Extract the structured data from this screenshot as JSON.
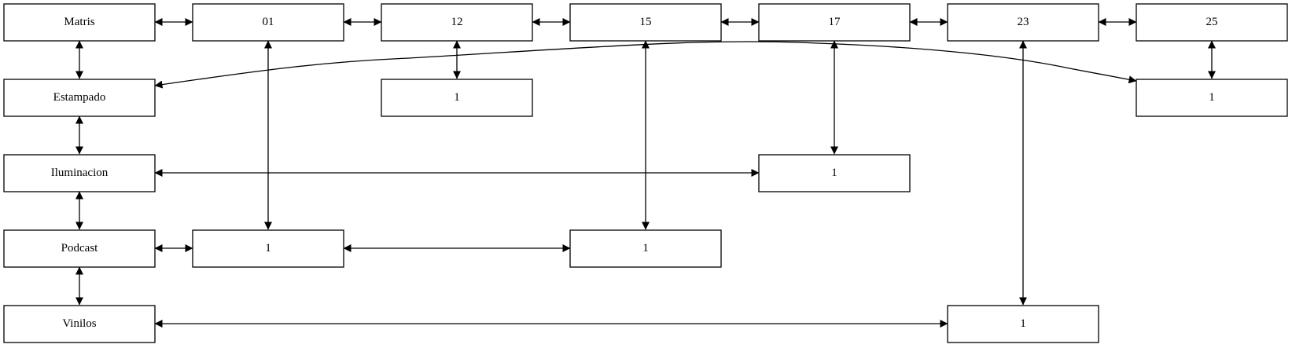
{
  "diagram": {
    "nodes": {
      "matris": "Matris",
      "estampado": "Estampado",
      "iluminacion": "Iluminacion",
      "podcast": "Podcast",
      "vinilos": "Vinilos",
      "n01": "01",
      "n12": "12",
      "n15": "15",
      "n17": "17",
      "n23": "23",
      "n25": "25",
      "c12": "1",
      "c25": "1",
      "c17": "1",
      "c01": "1",
      "c15": "1",
      "c23": "1"
    },
    "edges": [
      {
        "from": "Matris",
        "to": "01",
        "direction": "both"
      },
      {
        "from": "01",
        "to": "12",
        "direction": "both"
      },
      {
        "from": "12",
        "to": "15",
        "direction": "both"
      },
      {
        "from": "15",
        "to": "17",
        "direction": "both"
      },
      {
        "from": "17",
        "to": "23",
        "direction": "both"
      },
      {
        "from": "23",
        "to": "25",
        "direction": "both"
      },
      {
        "from": "Matris",
        "to": "Estampado",
        "direction": "both"
      },
      {
        "from": "Estampado",
        "to": "Iluminacion",
        "direction": "both"
      },
      {
        "from": "Iluminacion",
        "to": "Podcast",
        "direction": "both"
      },
      {
        "from": "Podcast",
        "to": "Vinilos",
        "direction": "both"
      },
      {
        "from": "12",
        "to": "1 (12)",
        "direction": "both"
      },
      {
        "from": "25",
        "to": "1 (25)",
        "direction": "both"
      },
      {
        "from": "17",
        "to": "1 (17)",
        "direction": "both"
      },
      {
        "from": "01",
        "to": "1 (01)",
        "direction": "both"
      },
      {
        "from": "15",
        "to": "1 (15)",
        "direction": "both"
      },
      {
        "from": "23",
        "to": "1 (23)",
        "direction": "both"
      },
      {
        "from": "Estampado",
        "to": "1 (25)",
        "direction": "both"
      },
      {
        "from": "Iluminacion",
        "to": "1 (17)",
        "direction": "both"
      },
      {
        "from": "Podcast",
        "to": "1 (01)",
        "direction": "both"
      },
      {
        "from": "1 (01)",
        "to": "1 (15)",
        "direction": "both"
      },
      {
        "from": "Vinilos",
        "to": "1 (23)",
        "direction": "both"
      }
    ]
  }
}
